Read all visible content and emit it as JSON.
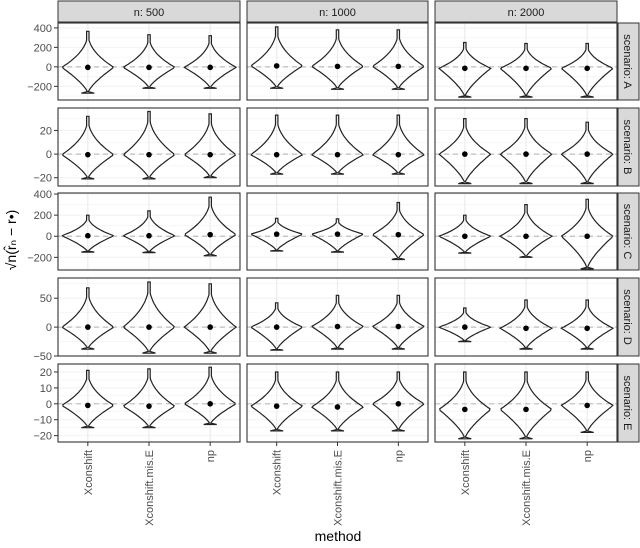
{
  "chart_data": {
    "type": "violin",
    "ylabel": "√n(r̂ₙ − r•)",
    "xlabel": "method",
    "categories": [
      "Xconshift",
      "Xconshift.mis.E",
      "np"
    ],
    "columns": [
      "n: 500",
      "n: 1000",
      "n: 2000"
    ],
    "rows": [
      "scenario: A",
      "scenario: B",
      "scenario: C",
      "scenario: D",
      "scenario: E"
    ],
    "reference_line": 0,
    "grid": true,
    "colors": {
      "strip_fill": "#d9d9d9",
      "panel_border": "#333333",
      "grid": "#ebebeb",
      "ref_line": "#bdbdbd",
      "violin": "#222222"
    },
    "row_scales": [
      {
        "ylim": [
          -340,
          450
        ],
        "ticks": [
          -200,
          0,
          200,
          400
        ]
      },
      {
        "ylim": [
          -27,
          39
        ],
        "ticks": [
          -20,
          0,
          20
        ]
      },
      {
        "ylim": [
          -320,
          410
        ],
        "ticks": [
          -200,
          0,
          200,
          400
        ]
      },
      {
        "ylim": [
          -50,
          85
        ],
        "ticks": [
          -50,
          0,
          50
        ]
      },
      {
        "ylim": [
          -24,
          25
        ],
        "ticks": [
          -20,
          -10,
          0,
          10,
          20
        ]
      }
    ],
    "panels": [
      [
        [
          {
            "min": -270,
            "max": 365,
            "mean": -5
          },
          {
            "min": -220,
            "max": 330,
            "mean": -5
          },
          {
            "min": -220,
            "max": 320,
            "mean": -5
          }
        ],
        [
          {
            "min": -220,
            "max": 410,
            "mean": 10
          },
          {
            "min": -230,
            "max": 380,
            "mean": 5
          },
          {
            "min": -230,
            "max": 380,
            "mean": 5
          }
        ],
        [
          {
            "min": -310,
            "max": 250,
            "mean": -15
          },
          {
            "min": -310,
            "max": 240,
            "mean": -15
          },
          {
            "min": -310,
            "max": 240,
            "mean": -15
          }
        ]
      ],
      [
        [
          {
            "min": -21,
            "max": 32,
            "mean": -0.5
          },
          {
            "min": -21,
            "max": 36,
            "mean": -0.5
          },
          {
            "min": -20,
            "max": 34,
            "mean": -0.5
          }
        ],
        [
          {
            "min": -17,
            "max": 33,
            "mean": -0.5
          },
          {
            "min": -17,
            "max": 33,
            "mean": -0.5
          },
          {
            "min": -17,
            "max": 33,
            "mean": -0.5
          }
        ],
        [
          {
            "min": -25,
            "max": 30,
            "mean": 0
          },
          {
            "min": -25,
            "max": 30,
            "mean": 0
          },
          {
            "min": -25,
            "max": 27,
            "mean": 0
          }
        ]
      ],
      [
        [
          {
            "min": -150,
            "max": 200,
            "mean": 5
          },
          {
            "min": -155,
            "max": 240,
            "mean": 5
          },
          {
            "min": -185,
            "max": 370,
            "mean": 15
          }
        ],
        [
          {
            "min": -140,
            "max": 170,
            "mean": 20
          },
          {
            "min": -150,
            "max": 165,
            "mean": 20
          },
          {
            "min": -220,
            "max": 320,
            "mean": 15
          }
        ],
        [
          {
            "min": -160,
            "max": 200,
            "mean": 0
          },
          {
            "min": -200,
            "max": 300,
            "mean": 0
          },
          {
            "min": -310,
            "max": 350,
            "mean": 0
          }
        ]
      ],
      [
        [
          {
            "min": -38,
            "max": 68,
            "mean": 0
          },
          {
            "min": -45,
            "max": 78,
            "mean": 0
          },
          {
            "min": -45,
            "max": 75,
            "mean": 0
          }
        ],
        [
          {
            "min": -40,
            "max": 42,
            "mean": 0
          },
          {
            "min": -38,
            "max": 55,
            "mean": 1
          },
          {
            "min": -38,
            "max": 55,
            "mean": 1
          }
        ],
        [
          {
            "min": -25,
            "max": 33,
            "mean": 0
          },
          {
            "min": -38,
            "max": 47,
            "mean": -2
          },
          {
            "min": -38,
            "max": 47,
            "mean": -2
          }
        ]
      ],
      [
        [
          {
            "min": -15,
            "max": 21,
            "mean": -1
          },
          {
            "min": -15,
            "max": 22,
            "mean": -1.5
          },
          {
            "min": -13,
            "max": 23,
            "mean": 0
          }
        ],
        [
          {
            "min": -17,
            "max": 20,
            "mean": -1.5
          },
          {
            "min": -17,
            "max": 20,
            "mean": -2
          },
          {
            "min": -17,
            "max": 20,
            "mean": 0
          }
        ],
        [
          {
            "min": -22,
            "max": 20,
            "mean": -3.5
          },
          {
            "min": -22,
            "max": 20,
            "mean": -3.5
          },
          {
            "min": -18,
            "max": 20,
            "mean": -1
          }
        ]
      ]
    ]
  }
}
